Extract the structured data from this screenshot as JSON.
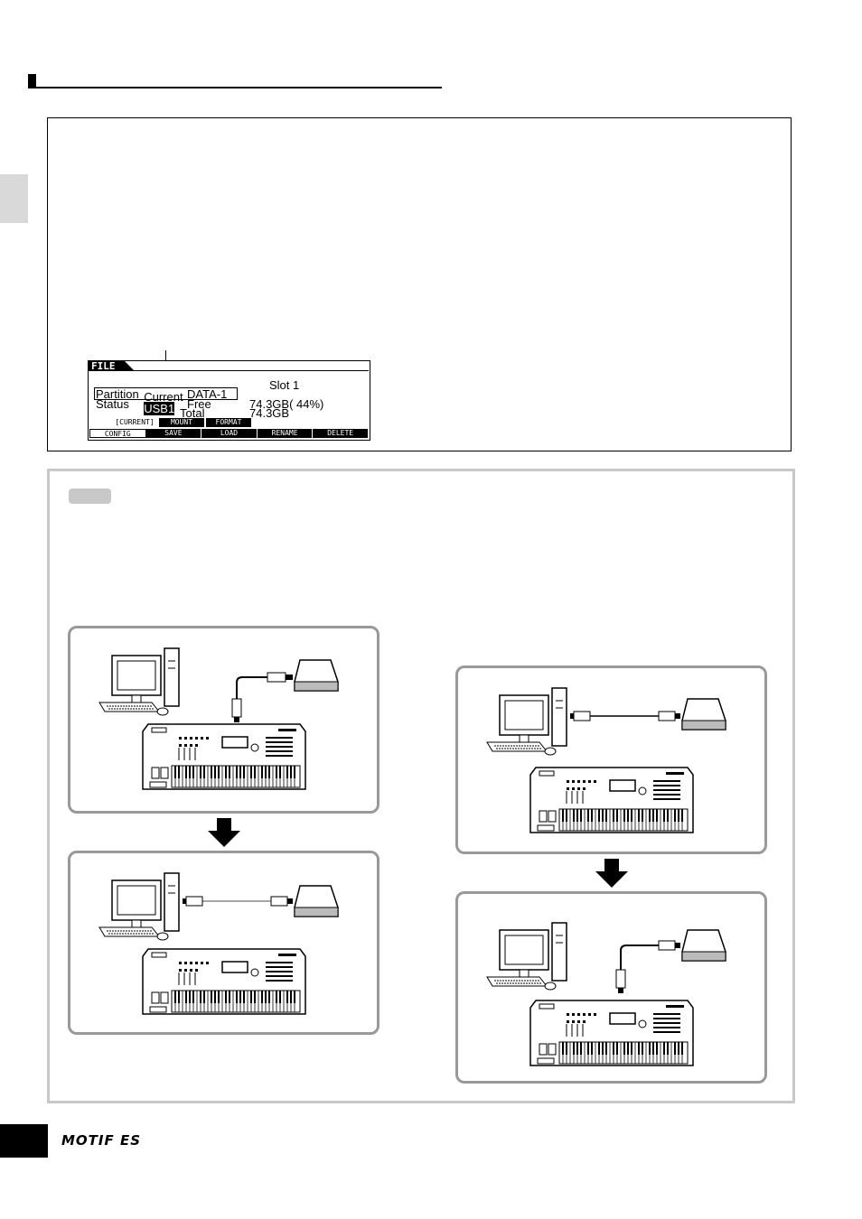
{
  "lcd": {
    "title": "FILE",
    "current_label": "Current",
    "current_value": "USB1",
    "slot": "Slot 1",
    "partition_label": "Partition",
    "partition_value": "DATA-1",
    "status_label": "Status",
    "free_label": "Free",
    "free_value": "74.3GB( 44%)",
    "total_label": "Total",
    "total_value": "74.3GB",
    "softkeys": [
      "[CURRENT]",
      "MOUNT",
      "FORMAT"
    ],
    "tabs": [
      "CONFIG",
      "SAVE",
      "LOAD",
      "RENAME",
      "DELETE"
    ]
  },
  "footer": {
    "logo": "MOTIF ES"
  },
  "colors": {
    "panel_border": "#999999",
    "side_tab": "#d9d9d9",
    "note_badge": "#c8c8c8"
  }
}
